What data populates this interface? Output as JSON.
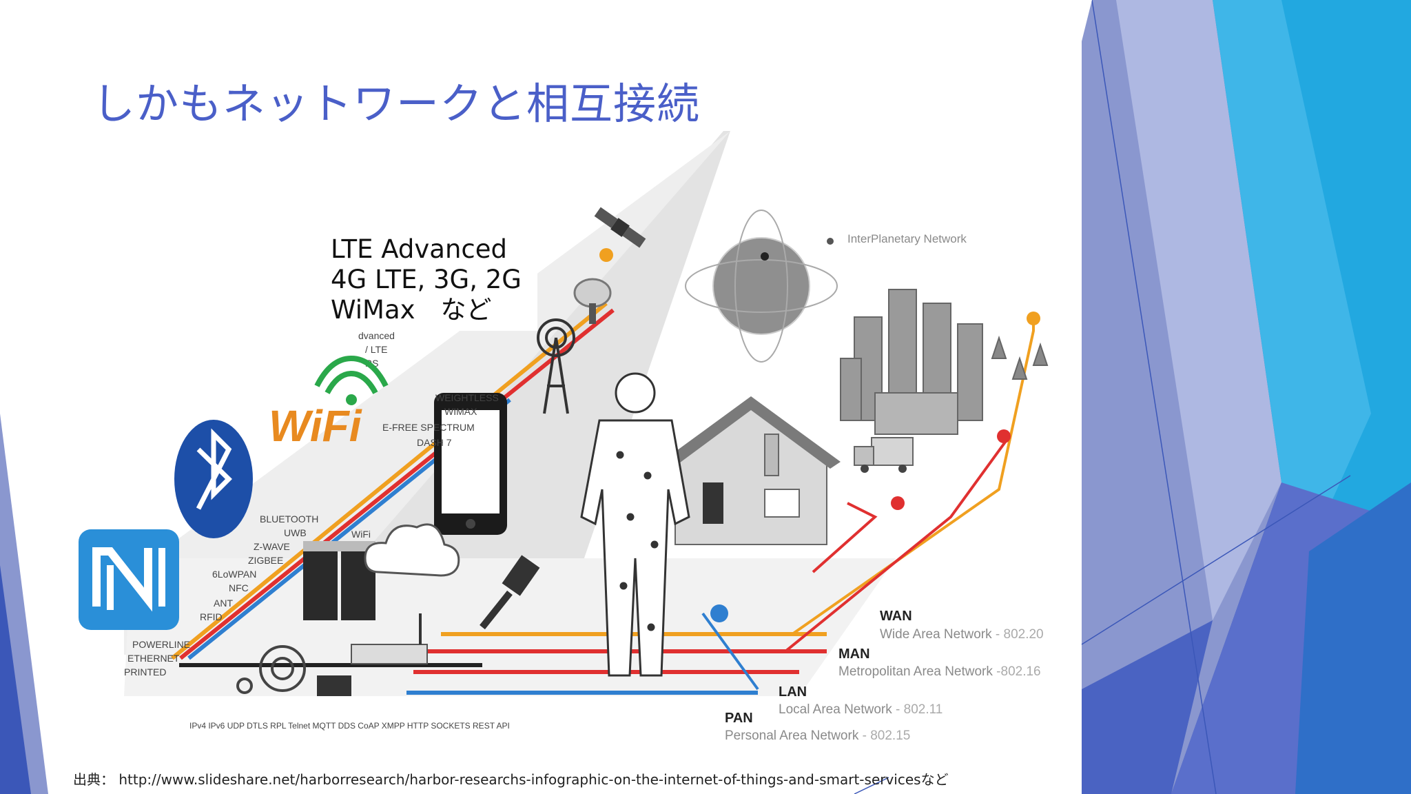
{
  "slide": {
    "title": "しかもネットワークと相互接続",
    "overlay_lines": [
      "LTE Advanced",
      "4G LTE, 3G, 2G",
      "WiMax　など"
    ],
    "source": "出典： http://www.slideshare.net/harborresearch/harbor-researchs-infographic-on-the-internet-of-things-and-smart-servicesなど"
  },
  "infographic": {
    "partial_labels": [
      "dvanced",
      "/ LTE",
      "RS"
    ],
    "left_protocols": [
      "WEIGHTLESS",
      "WIMAX",
      "E-FREE SPECTRUM",
      "DASH 7",
      "WiFi",
      "BLUETOOTH",
      "UWB",
      "Z-WAVE",
      "ZIGBEE",
      "6LoWPAN",
      "NFC",
      "ANT",
      "RFID",
      "POWERLINE",
      "ETHERNET",
      "PRINTED"
    ],
    "protocol_stack": "IPv4 IPv6 UDP DTLS RPL Telnet MQTT DDS CoAP XMPP HTTP SOCKETS REST API",
    "interplanetary": "InterPlanetary Network",
    "wifi_logo": "WiFi",
    "networks": [
      {
        "abbr": "WAN",
        "name": "Wide Area Network",
        "std": "- 802.20"
      },
      {
        "abbr": "MAN",
        "name": "Metropolitan Area Network",
        "std": "-802.16"
      },
      {
        "abbr": "LAN",
        "name": "Local Area Network",
        "std": "- 802.11"
      },
      {
        "abbr": "PAN",
        "name": "Personal Area Network",
        "std": "- 802.15"
      }
    ]
  },
  "colors": {
    "title": "#4a5fc8",
    "orange": "#f0a020",
    "red": "#e03030",
    "blue": "#2f7fd0",
    "bluetooth": "#1d4fa8",
    "nfc": "#2a8fd8",
    "wifi_green": "#2aa84a",
    "wifi_orange": "#e88a20"
  },
  "icons": [
    "satellite-icon",
    "satellite-dish-icon",
    "cell-tower-icon",
    "smartphone-icon",
    "globe-icon",
    "city-icon",
    "house-icon",
    "truck-icon",
    "server-rack-icon",
    "cloud-icon",
    "router-icon",
    "ethernet-plug-icon",
    "person-icon",
    "bluetooth-icon",
    "nfc-icon",
    "wifi-logo-icon"
  ]
}
